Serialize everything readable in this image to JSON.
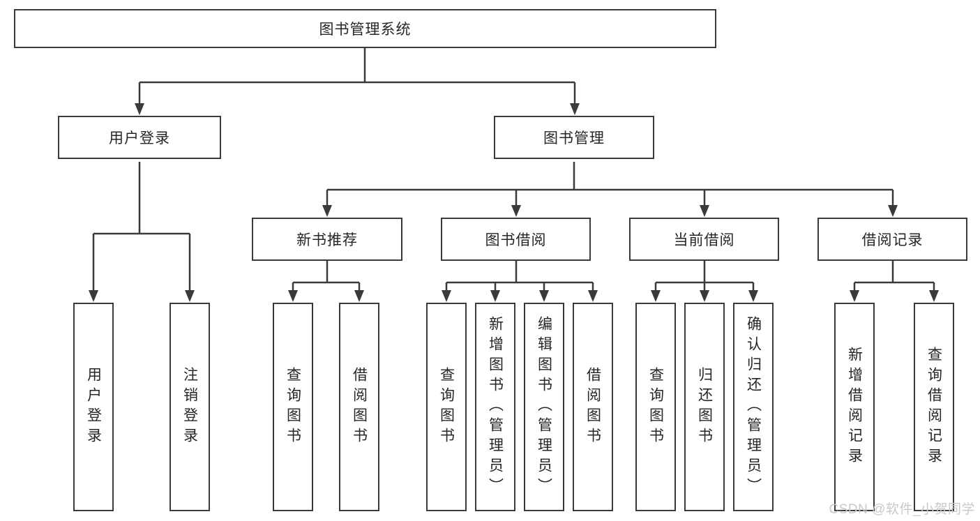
{
  "diagram": {
    "root_label": "图书管理系统",
    "user_login": {
      "label": "用户登录",
      "children": {
        "login": "用户登录",
        "logout": "注销登录"
      }
    },
    "book_management": {
      "label": "图书管理",
      "new_book_recommendation": {
        "label": "新书推荐",
        "children": {
          "query_books": "查询图书",
          "borrow_books": "借阅图书"
        }
      },
      "book_borrowing": {
        "label": "图书借阅",
        "children": {
          "query_books": "查询图书",
          "add_books_admin": "新增图书（管理员）",
          "edit_books_admin": "编辑图书（管理员）",
          "borrow_books": "借阅图书"
        }
      },
      "current_borrowing": {
        "label": "当前借阅",
        "children": {
          "query_books": "查询图书",
          "return_books": "归还图书",
          "confirm_return_admin": "确认归还（管理员）"
        }
      },
      "borrowing_records": {
        "label": "借阅记录",
        "children": {
          "add_record": "新增借阅记录",
          "query_record": "查询借阅记录"
        }
      }
    }
  },
  "watermark": {
    "text": "CSDN @软件_小贺同学"
  },
  "colors": {
    "line": "#3a3a3a",
    "box_border": "#3a3a3a",
    "box_fill": "#ffffff",
    "text": "#262626",
    "watermark": "#c9c9c9",
    "background": "#ffffff"
  }
}
